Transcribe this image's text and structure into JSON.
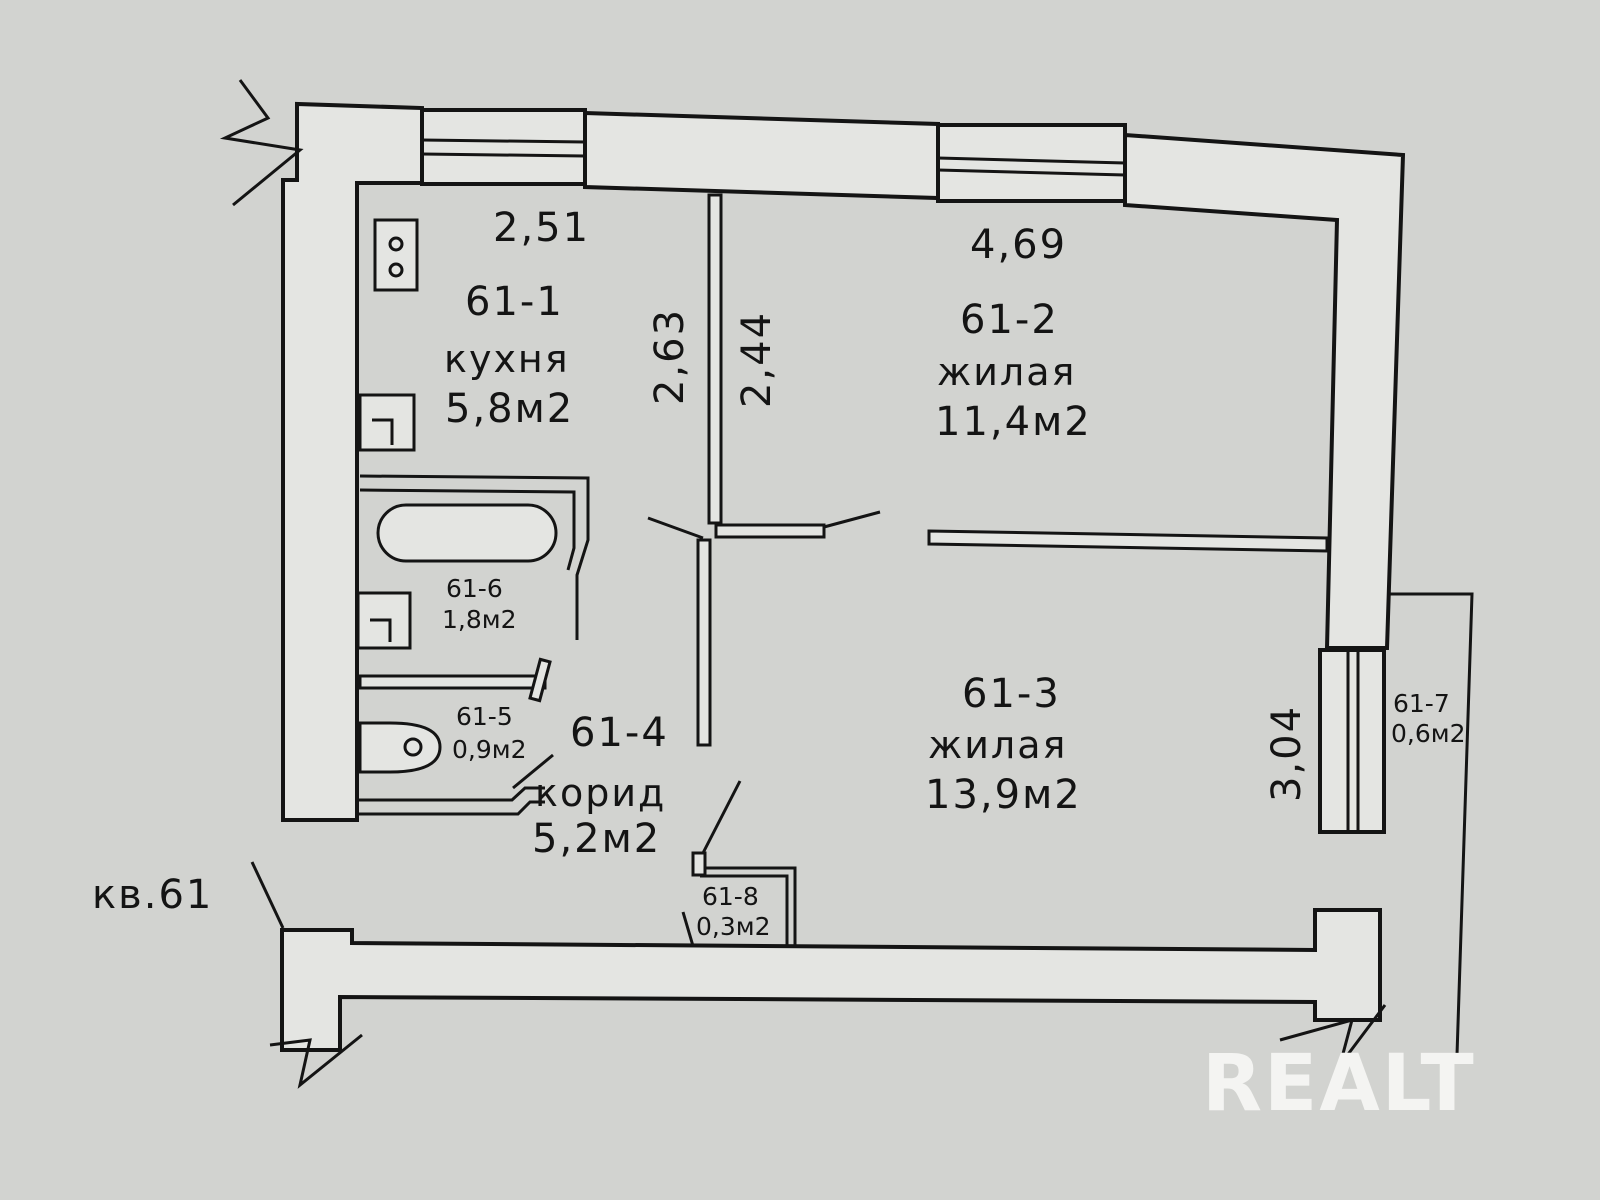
{
  "apartment_label": "кв.61",
  "watermark": "REALT",
  "rooms": [
    {
      "id": "61-1",
      "type": "кухня",
      "area": "5,8м2"
    },
    {
      "id": "61-2",
      "type": "жилая",
      "area": "11,4м2"
    },
    {
      "id": "61-3",
      "type": "жилая",
      "area": "13,9м2"
    },
    {
      "id": "61-4",
      "type": "корид",
      "area": "5,2м2"
    },
    {
      "id": "61-5",
      "area": "0,9м2"
    },
    {
      "id": "61-6",
      "area": "1,8м2"
    },
    {
      "id": "61-7",
      "area": "0,6м2"
    },
    {
      "id": "61-8",
      "area": "0,3м2"
    }
  ],
  "dimensions": {
    "kitchen_width": "2,51",
    "kitchen_depth": "2,63",
    "room2_depth": "2,44",
    "room2_width": "4,69",
    "room3_depth": "3,04"
  },
  "colors": {
    "paper": "#d2d3d0",
    "ink": "#141414"
  }
}
